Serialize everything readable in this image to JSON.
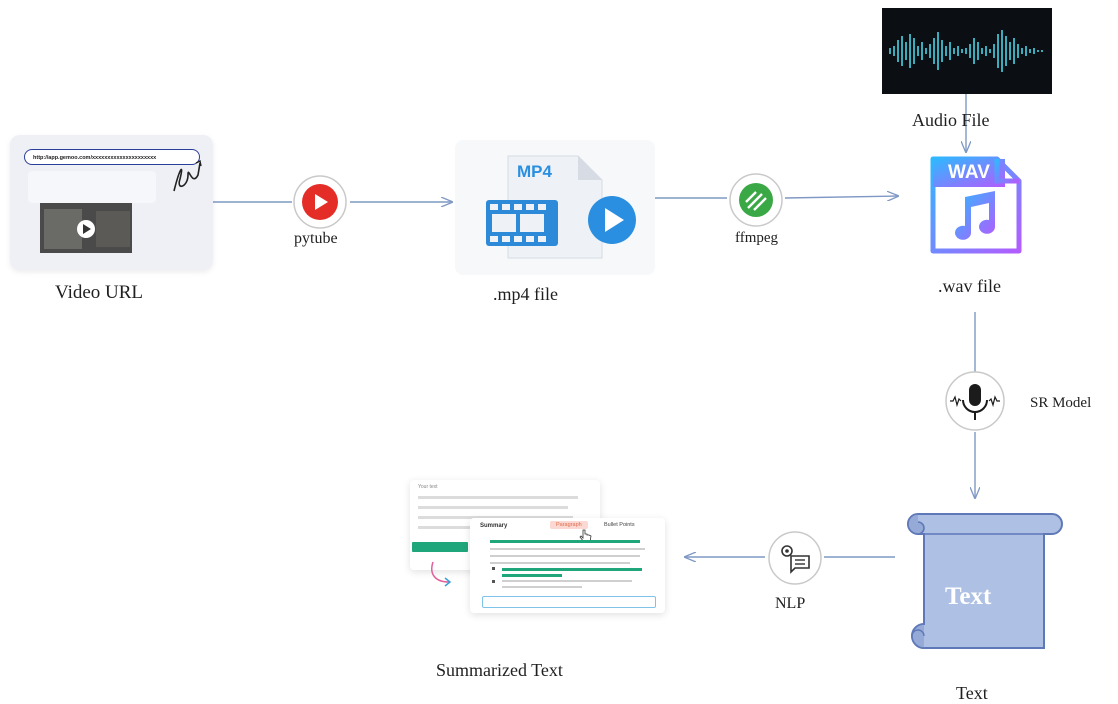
{
  "nodes": {
    "video_url": {
      "label": "Video URL",
      "url_text": "http://app.gemoo.com/xxxxxxxxxxxxxxxxxxxxx"
    },
    "pytube": {
      "label": "pytube"
    },
    "mp4_file": {
      "label": ".mp4 file",
      "badge": "MP4"
    },
    "ffmpeg": {
      "label": "ffmpeg"
    },
    "audio_file": {
      "label": "Audio File"
    },
    "wav_file": {
      "label": ".wav file",
      "badge": "WAV"
    },
    "sr_model": {
      "label": "SR Model"
    },
    "text_scroll": {
      "inner_text": "Text",
      "label": "Text"
    },
    "nlp": {
      "label": "NLP"
    },
    "summary": {
      "label": "Summarized Text",
      "card_title": "Summary",
      "tab_paragraph": "Paragraph",
      "tab_bullets": "Bullet Points",
      "back_title": "Your text"
    }
  },
  "colors": {
    "arrow": "#7f98c4",
    "youtube_red": "#e52d27",
    "play_blue": "#2a8fe0",
    "ffmpeg_green": "#3aa845",
    "scroll_fill": "#aec0e4",
    "scroll_stroke": "#5f79b8",
    "wav_gradient_start": "#2fb8ff",
    "wav_gradient_end": "#b35cff",
    "summary_green": "#1fa67a"
  }
}
